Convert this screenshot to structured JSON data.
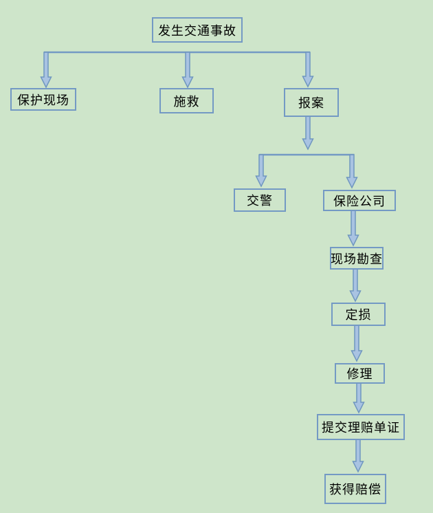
{
  "diagram": {
    "kind": "flowchart",
    "language": "zh-CN",
    "colors": {
      "background": "#cee5ca",
      "box_border": "#7399c4",
      "arrow_fill": "#a9c3e2",
      "arrow_border": "#6f96bf",
      "text": "#000000"
    },
    "nodes": {
      "accident": {
        "label": "发生交通事故"
      },
      "protect": {
        "label": "保护现场"
      },
      "rescue": {
        "label": "施救"
      },
      "report": {
        "label": "报案"
      },
      "police": {
        "label": "交警"
      },
      "insurance": {
        "label": "保险公司"
      },
      "survey": {
        "label": "现场勘查"
      },
      "assess": {
        "label": "定损"
      },
      "repair": {
        "label": "修理"
      },
      "claim_docs": {
        "label": "提交理赔单证"
      },
      "compensation": {
        "label": "获得赔偿"
      }
    },
    "edges": [
      {
        "from": "发生交通事故",
        "to": "保护现场"
      },
      {
        "from": "发生交通事故",
        "to": "施救"
      },
      {
        "from": "发生交通事故",
        "to": "报案"
      },
      {
        "from": "报案",
        "to": "交警"
      },
      {
        "from": "报案",
        "to": "保险公司"
      },
      {
        "from": "保险公司",
        "to": "现场勘查"
      },
      {
        "from": "现场勘查",
        "to": "定损"
      },
      {
        "from": "定损",
        "to": "修理"
      },
      {
        "from": "修理",
        "to": "提交理赔单证"
      },
      {
        "from": "提交理赔单证",
        "to": "获得赔偿"
      }
    ]
  }
}
